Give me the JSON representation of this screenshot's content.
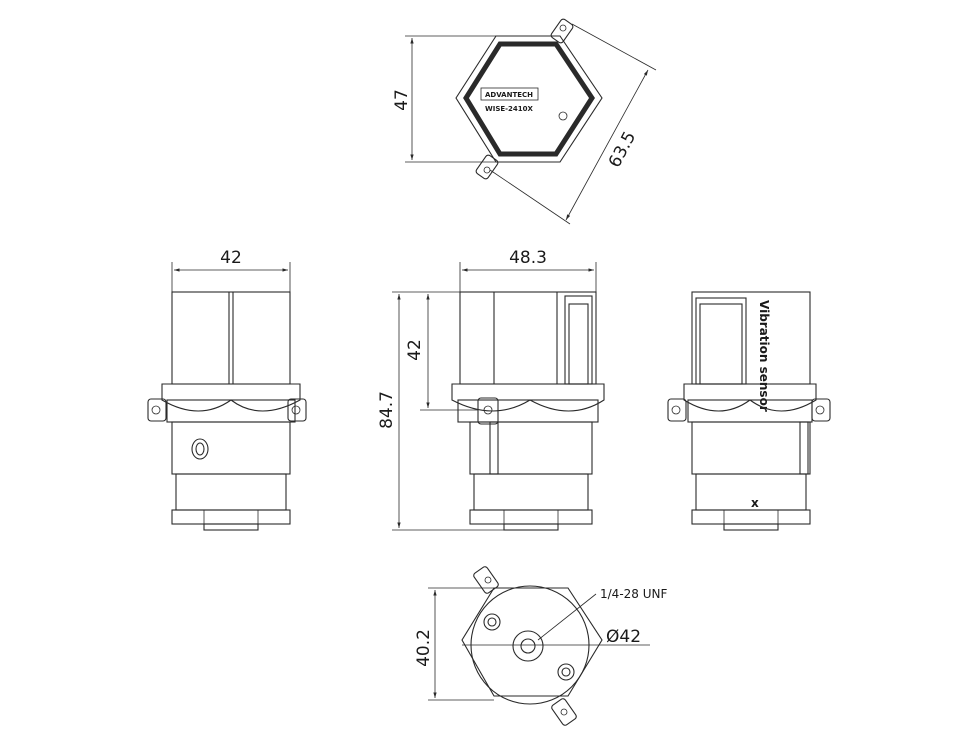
{
  "dimensions": {
    "top_height": "47",
    "top_diagonal": "63.5",
    "left_width": "42",
    "front_width": "48.3",
    "front_upper_height": "42",
    "front_total_height": "84.7",
    "bottom_height": "40.2",
    "bottom_diameter": "Ø42"
  },
  "callouts": {
    "thread": "1/4-28 UNF"
  },
  "device": {
    "brand": "ADVANTECH",
    "model": "WISE-2410X",
    "side_label": "Vibration sensor",
    "axis_mark": "x"
  }
}
